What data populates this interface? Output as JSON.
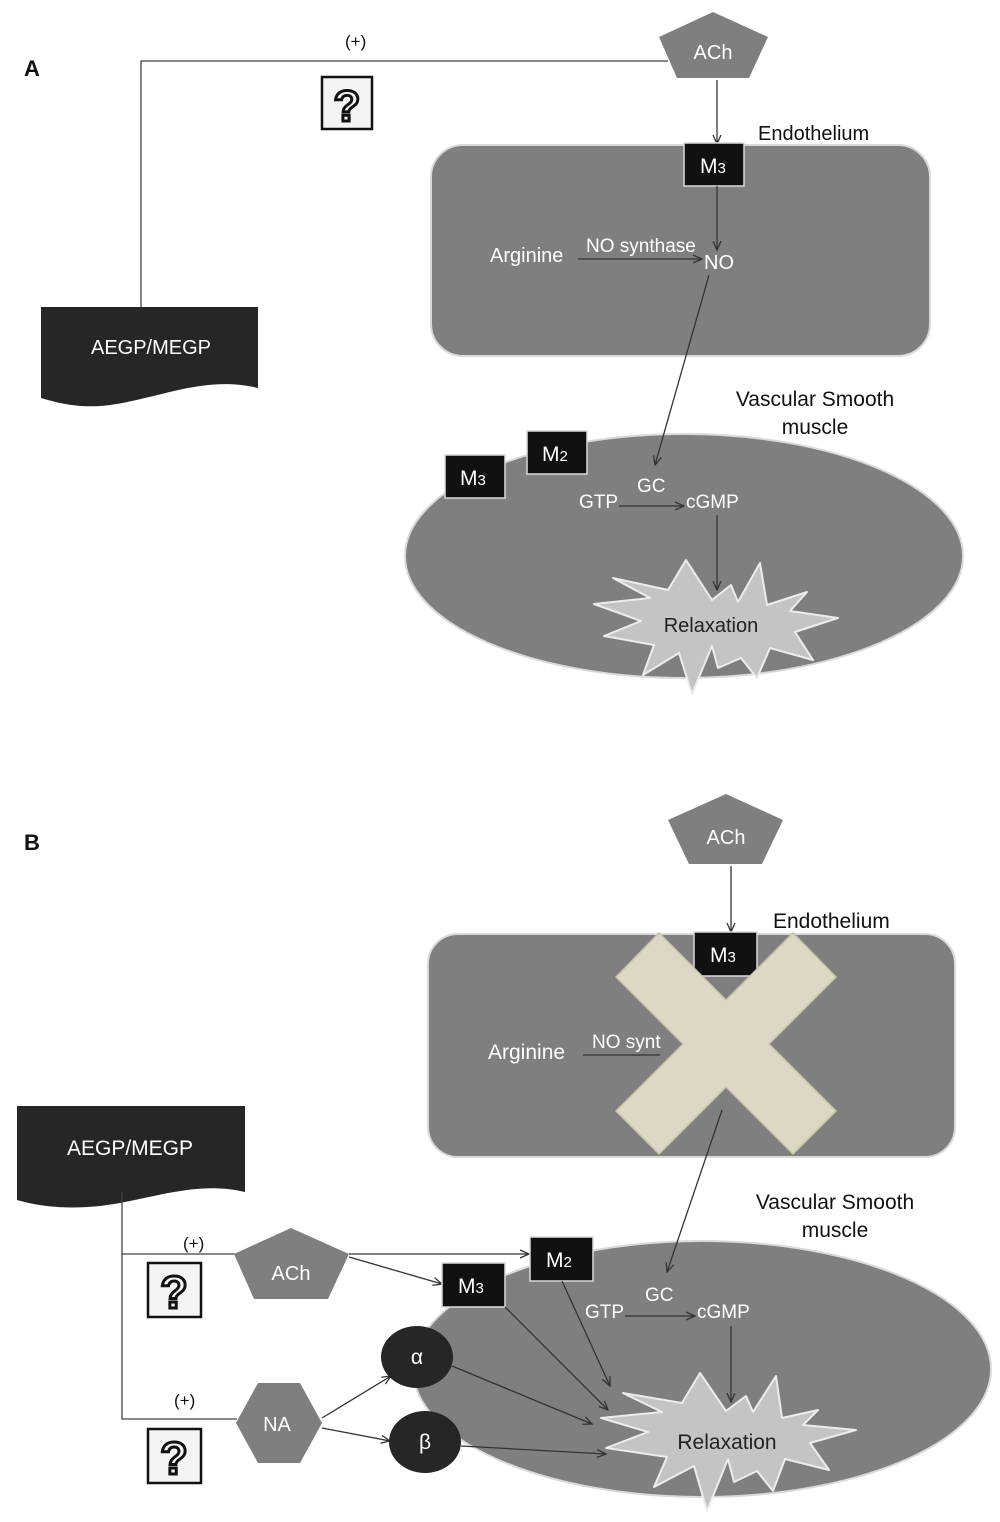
{
  "panels": {
    "a": {
      "label": "A",
      "ach": "ACh",
      "plus": "(+)",
      "question": "?",
      "extract": "AEGP/MEGP",
      "endothelium": "Endothelium",
      "m3_endo": "M",
      "m3_endo_sub": "3",
      "arginine": "Arginine",
      "no_synthase": "NO synthase",
      "no": "NO",
      "vsm_line1": "Vascular Smooth",
      "vsm_line2": "muscle",
      "m2": "M",
      "m2_sub": "2",
      "m3_vsm": "M",
      "m3_vsm_sub": "3",
      "gc": "GC",
      "gtp": "GTP",
      "cgmp": "cGMP",
      "relaxation": "Relaxation"
    },
    "b": {
      "label": "B",
      "ach_top": "ACh",
      "endothelium": "Endothelium",
      "m3_endo": "M",
      "m3_endo_sub": "3",
      "arginine": "Arginine",
      "no_synthase_partial": "NO synt",
      "extract": "AEGP/MEGP",
      "plus1": "(+)",
      "plus2": "(+)",
      "question1": "?",
      "question2": "?",
      "ach": "ACh",
      "na": "NA",
      "alpha": "α",
      "beta": "β",
      "vsm_line1": "Vascular Smooth",
      "vsm_line2": "muscle",
      "m2": "M",
      "m2_sub": "2",
      "m3_vsm": "M",
      "m3_vsm_sub": "3",
      "gc": "GC",
      "gtp": "GTP",
      "cgmp": "cGMP",
      "relaxation": "Relaxation"
    }
  },
  "colors": {
    "cell": "#7f7f7f",
    "receptor": "#111111",
    "burst": "#c4c4c4",
    "cross": "#ddd8c6",
    "dark_box": "#262626"
  }
}
